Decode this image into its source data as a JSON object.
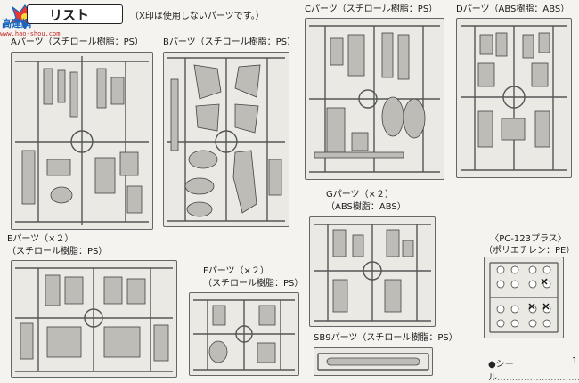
{
  "logo": {
    "site": "高達網",
    "url": "www.hao-shou.com"
  },
  "header": {
    "title_prefix": "パーツ",
    "title": "リスト",
    "note": "（X印は使用しないパーツです。）"
  },
  "runners": {
    "A": {
      "name": "Aパーツ",
      "material": "（スチロール樹脂：PS）"
    },
    "B": {
      "name": "Bパーツ",
      "material": "（スチロール樹脂：PS）"
    },
    "C": {
      "name": "Cパーツ",
      "material": "（スチロール樹脂：PS）"
    },
    "D": {
      "name": "Dパーツ",
      "material": "（ABS樹脂：ABS）"
    },
    "E": {
      "name": "Eパーツ",
      "count": "（×２）",
      "material": "（スチロール樹脂：PS）"
    },
    "F": {
      "name": "Fパーツ",
      "count": "（×２）",
      "material": "（スチロール樹脂：PS）"
    },
    "G": {
      "name": "Gパーツ",
      "count": "（×２）",
      "material": "（ABS樹脂：ABS）"
    },
    "SB9": {
      "name": "SB9パーツ",
      "material": "（スチロール樹脂：PS）"
    }
  },
  "pc": {
    "name": "〈PC-123プラス〉",
    "material": "（ポリエチレン：PE）"
  },
  "seal": {
    "label": "●シール",
    "dots": "…………………………",
    "count": "1"
  }
}
